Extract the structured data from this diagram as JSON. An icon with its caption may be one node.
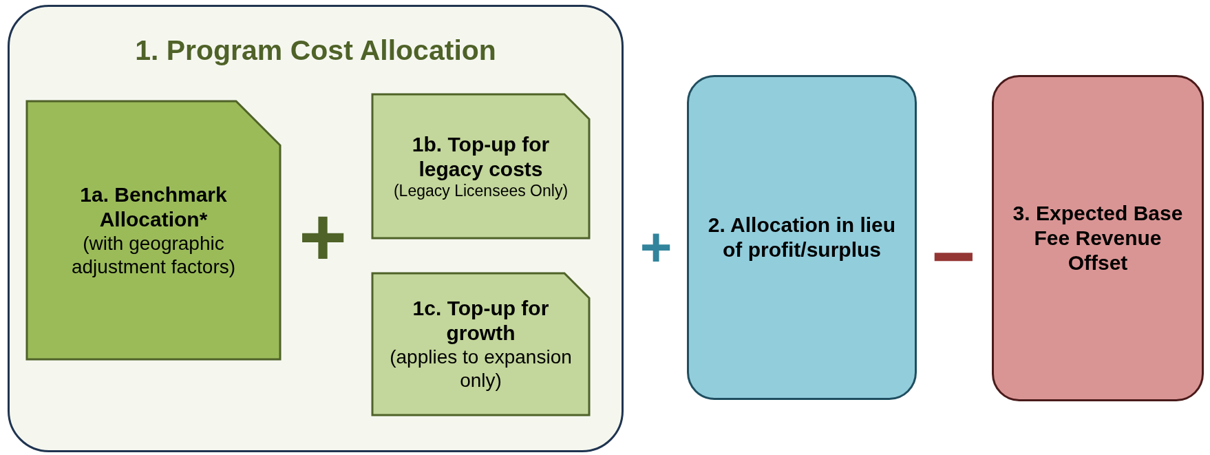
{
  "diagram": {
    "nodes": [
      {
        "text": [
          "1. Program Cost Allocation"
        ]
      },
      {
        "text": [
          "1a. Benchmark Allocation*",
          "(with geographic adjustment factors)"
        ],
        "in": 0
      },
      {
        "text": [
          "1b. Top-up for legacy costs",
          "(Legacy Licensees Only)"
        ],
        "in": 0
      },
      {
        "text": [
          "1c. Top-up for growth",
          "(applies to expansion only)"
        ],
        "in": 0
      },
      {
        "text": [
          "2. Allocation in lieu of profit/surplus"
        ]
      },
      {
        "text": [
          "3. Expected Base Fee Revenue Offset"
        ]
      }
    ],
    "labels": [
      "+",
      "+",
      "−"
    ]
  }
}
